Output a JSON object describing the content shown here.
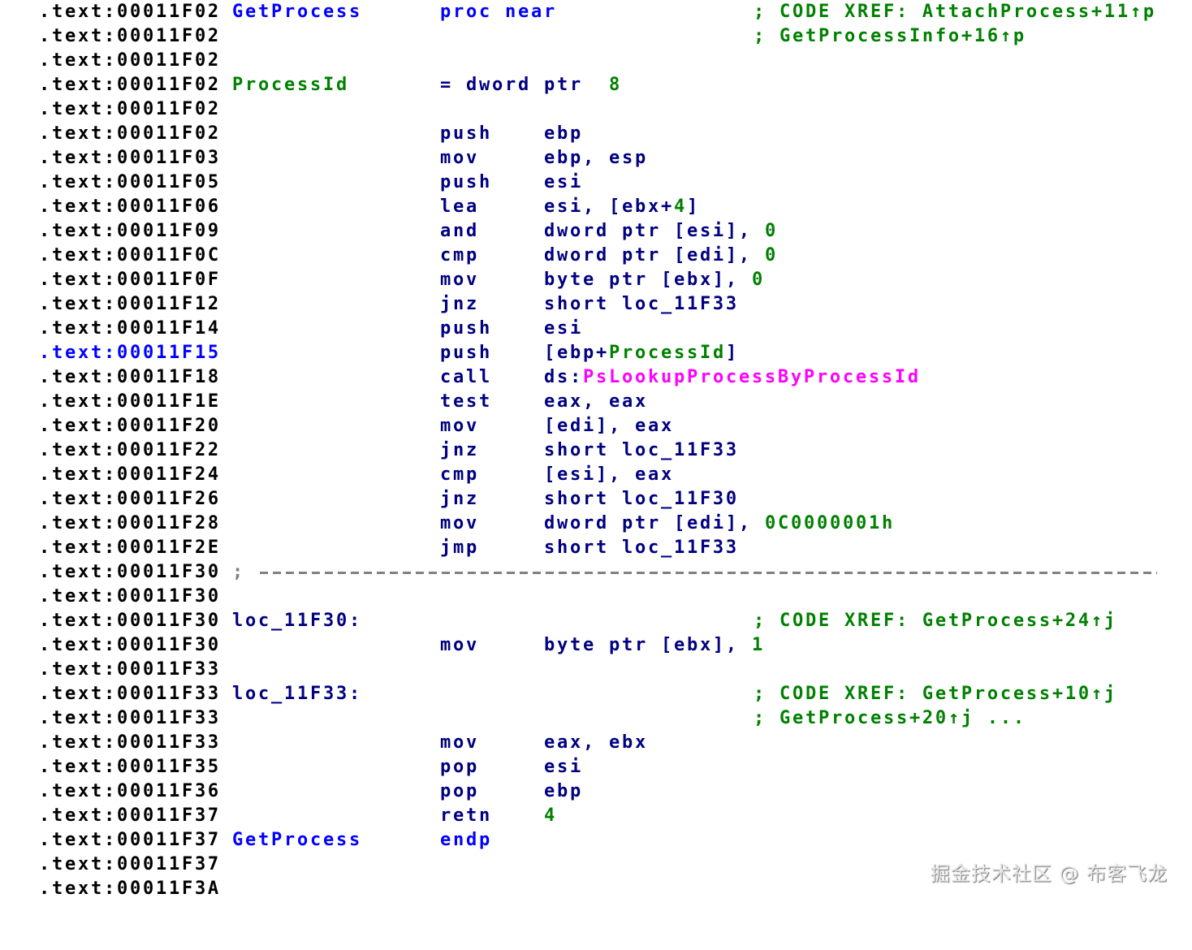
{
  "view": {
    "type": "ida-disassembly-listing",
    "colors": {
      "address": "#000000",
      "current_address": "#0000ff",
      "function_name": "#0000ff",
      "stack_var": "#008000",
      "mnemonic": "#000080",
      "operand": "#000080",
      "number": "#008000",
      "import": "#ff00ff",
      "comment": "#008000",
      "separator": "#808080"
    }
  },
  "lines": [
    {
      "addr": ".text:00011F02",
      "label": "GetProcess",
      "mnem": "proc near",
      "opnd": "",
      "cmt": "; CODE XREF: AttachProcess+11↑p"
    },
    {
      "addr": ".text:00011F02",
      "label": "",
      "mnem": "",
      "opnd": "",
      "cmt": "; GetProcessInfo+16↑p"
    },
    {
      "addr": ".text:00011F02",
      "label": "",
      "mnem": "",
      "opnd": "",
      "cmt": ""
    },
    {
      "addr": ".text:00011F02",
      "label": "ProcessId",
      "mnem": "= dword ptr",
      "opnd": "8",
      "cmt": ""
    },
    {
      "addr": ".text:00011F02",
      "label": "",
      "mnem": "",
      "opnd": "",
      "cmt": ""
    },
    {
      "addr": ".text:00011F02",
      "label": "",
      "mnem": "push",
      "opnd": "ebp",
      "cmt": ""
    },
    {
      "addr": ".text:00011F03",
      "label": "",
      "mnem": "mov",
      "opnd": "ebp, esp",
      "cmt": ""
    },
    {
      "addr": ".text:00011F05",
      "label": "",
      "mnem": "push",
      "opnd": "esi",
      "cmt": ""
    },
    {
      "addr": ".text:00011F06",
      "label": "",
      "mnem": "lea",
      "opnd_reg": "esi, [ebx+",
      "opnd_num": "4",
      "opnd_tail": "]",
      "cmt": ""
    },
    {
      "addr": ".text:00011F09",
      "label": "",
      "mnem": "and",
      "opnd_reg": "dword ptr [esi], ",
      "opnd_num": "0",
      "cmt": ""
    },
    {
      "addr": ".text:00011F0C",
      "label": "",
      "mnem": "cmp",
      "opnd_reg": "dword ptr [edi], ",
      "opnd_num": "0",
      "cmt": ""
    },
    {
      "addr": ".text:00011F0F",
      "label": "",
      "mnem": "mov",
      "opnd_reg": "byte ptr [ebx], ",
      "opnd_num": "0",
      "cmt": ""
    },
    {
      "addr": ".text:00011F12",
      "label": "",
      "mnem": "jnz",
      "opnd": "short loc_11F33",
      "cmt": ""
    },
    {
      "addr": ".text:00011F14",
      "label": "",
      "mnem": "push",
      "opnd": "esi",
      "cmt": ""
    },
    {
      "addr": ".text:00011F15",
      "label": "",
      "mnem": "push",
      "opnd_reg": "[ebp+",
      "opnd_var": "ProcessId",
      "opnd_tail": "]",
      "cmt": "",
      "current": true
    },
    {
      "addr": ".text:00011F18",
      "label": "",
      "mnem": "call",
      "opnd_reg": "ds:",
      "opnd_imp": "PsLookupProcessByProcessId",
      "cmt": ""
    },
    {
      "addr": ".text:00011F1E",
      "label": "",
      "mnem": "test",
      "opnd": "eax, eax",
      "cmt": ""
    },
    {
      "addr": ".text:00011F20",
      "label": "",
      "mnem": "mov",
      "opnd": "[edi], eax",
      "cmt": ""
    },
    {
      "addr": ".text:00011F22",
      "label": "",
      "mnem": "jnz",
      "opnd": "short loc_11F33",
      "cmt": ""
    },
    {
      "addr": ".text:00011F24",
      "label": "",
      "mnem": "cmp",
      "opnd": "[esi], eax",
      "cmt": ""
    },
    {
      "addr": ".text:00011F26",
      "label": "",
      "mnem": "jnz",
      "opnd": "short loc_11F30",
      "cmt": ""
    },
    {
      "addr": ".text:00011F28",
      "label": "",
      "mnem": "mov",
      "opnd_reg": "dword ptr [edi], ",
      "opnd_num": "0C0000001h",
      "cmt": ""
    },
    {
      "addr": ".text:00011F2E",
      "label": "",
      "mnem": "jmp",
      "opnd": "short loc_11F33",
      "cmt": ""
    },
    {
      "addr": ".text:00011F30",
      "separator": ";"
    },
    {
      "addr": ".text:00011F30",
      "label": "",
      "mnem": "",
      "opnd": "",
      "cmt": ""
    },
    {
      "addr": ".text:00011F30",
      "label": "loc_11F30:",
      "mnem": "",
      "opnd": "",
      "cmt": "; CODE XREF: GetProcess+24↑j"
    },
    {
      "addr": ".text:00011F30",
      "label": "",
      "mnem": "mov",
      "opnd_reg": "byte ptr [ebx], ",
      "opnd_num": "1",
      "cmt": ""
    },
    {
      "addr": ".text:00011F33",
      "label": "",
      "mnem": "",
      "opnd": "",
      "cmt": ""
    },
    {
      "addr": ".text:00011F33",
      "label": "loc_11F33:",
      "mnem": "",
      "opnd": "",
      "cmt": "; CODE XREF: GetProcess+10↑j"
    },
    {
      "addr": ".text:00011F33",
      "label": "",
      "mnem": "",
      "opnd": "",
      "cmt": "; GetProcess+20↑j ..."
    },
    {
      "addr": ".text:00011F33",
      "label": "",
      "mnem": "mov",
      "opnd": "eax, ebx",
      "cmt": ""
    },
    {
      "addr": ".text:00011F35",
      "label": "",
      "mnem": "pop",
      "opnd": "esi",
      "cmt": ""
    },
    {
      "addr": ".text:00011F36",
      "label": "",
      "mnem": "pop",
      "opnd": "ebp",
      "cmt": ""
    },
    {
      "addr": ".text:00011F37",
      "label": "",
      "mnem": "retn",
      "opnd_num": "4",
      "cmt": ""
    },
    {
      "addr": ".text:00011F37",
      "label": "GetProcess",
      "mnem": "endp",
      "opnd": "",
      "cmt": ""
    },
    {
      "addr": ".text:00011F37",
      "label": "",
      "mnem": "",
      "opnd": "",
      "cmt": ""
    },
    {
      "addr": ".text:00011F3A",
      "label": "",
      "mnem": "",
      "opnd": "",
      "cmt": ""
    }
  ],
  "watermark": "掘金技术社区 @ 布客飞龙"
}
